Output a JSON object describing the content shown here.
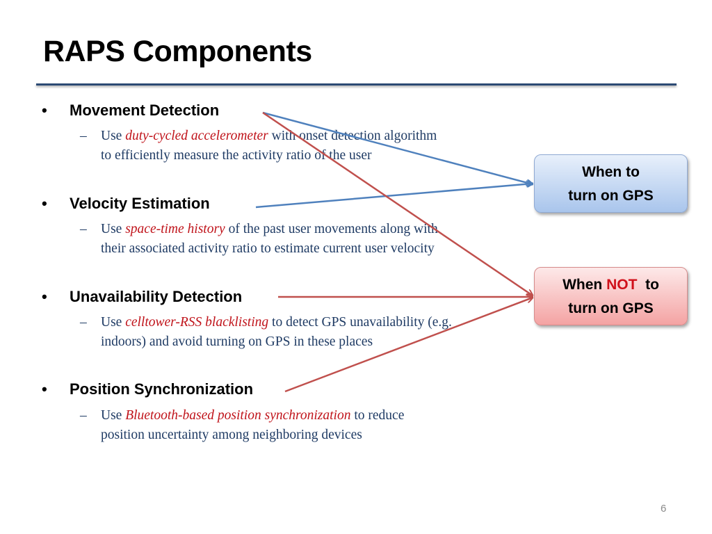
{
  "slide": {
    "title": "RAPS Components",
    "page_number": "6"
  },
  "bullets": [
    {
      "heading": "Movement Detection",
      "sub_prefix": "Use ",
      "sub_emphasis": "duty-cycled accelerometer",
      "sub_suffix_line1": " with onset detection algorithm",
      "sub_line2": "to efficiently measure the activity ratio of the user"
    },
    {
      "heading": "Velocity Estimation",
      "sub_prefix": "Use ",
      "sub_emphasis": "space-time history",
      "sub_suffix_line1": " of the past user movements along with",
      "sub_line2": "their associated activity ratio to estimate current user velocity"
    },
    {
      "heading": "Unavailability Detection",
      "sub_prefix": "Use ",
      "sub_emphasis": "celltower-RSS blacklisting",
      "sub_suffix_line1": " to detect GPS unavailability (e.g.",
      "sub_line2": "indoors) and avoid turning on GPS in these places"
    },
    {
      "heading": "Position Synchronization",
      "sub_prefix": "Use ",
      "sub_emphasis": "Bluetooth-based position synchronization",
      "sub_suffix_line1": " to reduce",
      "sub_line2": "position uncertainty among neighboring devices"
    }
  ],
  "boxes": {
    "when": {
      "line1": "When to",
      "line2": "turn on GPS"
    },
    "when_not": {
      "line1_a": "When ",
      "line1_not": "NOT",
      "line1_b": "  to",
      "line2": "turn on GPS"
    }
  },
  "colors": {
    "title_rule": "#2c4a74",
    "sub_text": "#1f3b64",
    "emphasis": "#c0141b",
    "blue_arrow": "#4f81bd",
    "red_arrow": "#c0504d"
  },
  "icons": {
    "bullet": "bullet-dot",
    "sub_bullet": "en-dash"
  }
}
